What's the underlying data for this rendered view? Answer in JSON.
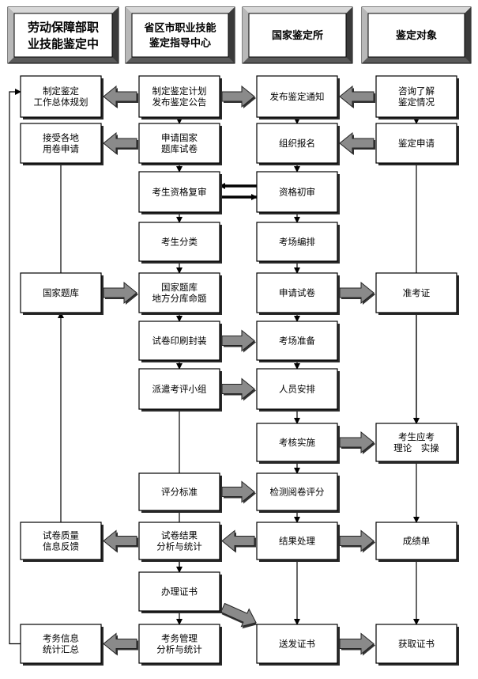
{
  "headers": [
    {
      "id": "h1",
      "lines": [
        "劳动保障部职",
        "业技能鉴定中"
      ]
    },
    {
      "id": "h2",
      "lines": [
        "省区市职业技能",
        "鉴定指导中心"
      ]
    },
    {
      "id": "h3",
      "lines": [
        "国家鉴定所"
      ]
    },
    {
      "id": "h4",
      "lines": [
        "鉴定对象"
      ]
    }
  ],
  "boxes": [
    {
      "id": "c1_plan",
      "lines": [
        "制定鉴定",
        "工作总体规划"
      ]
    },
    {
      "id": "c1_accept",
      "lines": [
        "接受各地",
        "用卷申请"
      ]
    },
    {
      "id": "c1_bank",
      "lines": [
        "国家题库"
      ]
    },
    {
      "id": "c1_quality",
      "lines": [
        "试卷质量",
        "信息反馈"
      ]
    },
    {
      "id": "c1_stats",
      "lines": [
        "考务信息",
        "统计汇总"
      ]
    },
    {
      "id": "c2_plan",
      "lines": [
        "制定鉴定计划",
        "发布鉴定公告"
      ]
    },
    {
      "id": "c2_apply",
      "lines": [
        "申请国家",
        "题库试卷"
      ]
    },
    {
      "id": "c2_review",
      "lines": [
        "考生资格复审"
      ]
    },
    {
      "id": "c2_classify",
      "lines": [
        "考生分类"
      ]
    },
    {
      "id": "c2_bank",
      "lines": [
        "国家题库",
        "地方分库命题"
      ]
    },
    {
      "id": "c2_print",
      "lines": [
        "试卷印刷封装"
      ]
    },
    {
      "id": "c2_dispatch",
      "lines": [
        "派遣考评小组"
      ]
    },
    {
      "id": "c2_standard",
      "lines": [
        "评分标准"
      ]
    },
    {
      "id": "c2_result",
      "lines": [
        "试卷结果",
        "分析与统计"
      ]
    },
    {
      "id": "c2_cert",
      "lines": [
        "办理证书"
      ]
    },
    {
      "id": "c2_mgmt",
      "lines": [
        "考务管理",
        "分析与统计"
      ]
    },
    {
      "id": "c3_notice",
      "lines": [
        "发布鉴定通知"
      ]
    },
    {
      "id": "c3_signup",
      "lines": [
        "组织报名"
      ]
    },
    {
      "id": "c3_initial",
      "lines": [
        "资格初审"
      ]
    },
    {
      "id": "c3_arrange",
      "lines": [
        "考场编排"
      ]
    },
    {
      "id": "c3_request",
      "lines": [
        "申请试卷"
      ]
    },
    {
      "id": "c3_prepare",
      "lines": [
        "考场准备"
      ]
    },
    {
      "id": "c3_staff",
      "lines": [
        "人员安排"
      ]
    },
    {
      "id": "c3_exam",
      "lines": [
        "考核实施"
      ]
    },
    {
      "id": "c3_grade",
      "lines": [
        "检测阅卷评分"
      ]
    },
    {
      "id": "c3_process",
      "lines": [
        "结果处理"
      ]
    },
    {
      "id": "c3_send",
      "lines": [
        "送发证书"
      ]
    },
    {
      "id": "c4_inquire",
      "lines": [
        "咨询了解",
        "鉴定情况"
      ]
    },
    {
      "id": "c4_apply",
      "lines": [
        "鉴定申请"
      ]
    },
    {
      "id": "c4_ticket",
      "lines": [
        "准考证"
      ]
    },
    {
      "id": "c4_exam",
      "lines": [
        "考生应考",
        "理论　实操"
      ]
    },
    {
      "id": "c4_score",
      "lines": [
        "成绩单"
      ]
    },
    {
      "id": "c4_obtain",
      "lines": [
        "获取证书"
      ]
    }
  ]
}
